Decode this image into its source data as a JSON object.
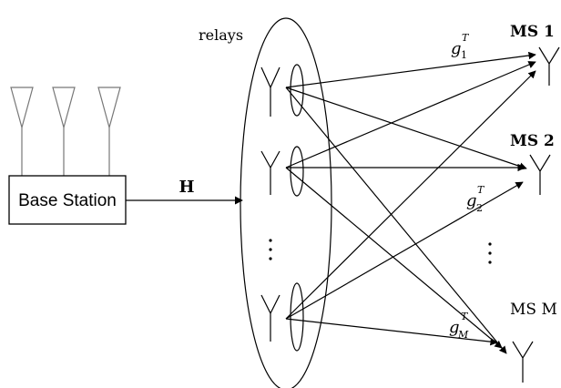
{
  "labels": {
    "relays": "relays",
    "base_station": "Base Station",
    "channel": "H",
    "ms1": "MS 1",
    "ms2": "MS 2",
    "msM": "MS M",
    "g_letter": "g",
    "g_sup": "T",
    "g1_sub": "1",
    "g2_sub": "2",
    "gM_sub": "M"
  }
}
